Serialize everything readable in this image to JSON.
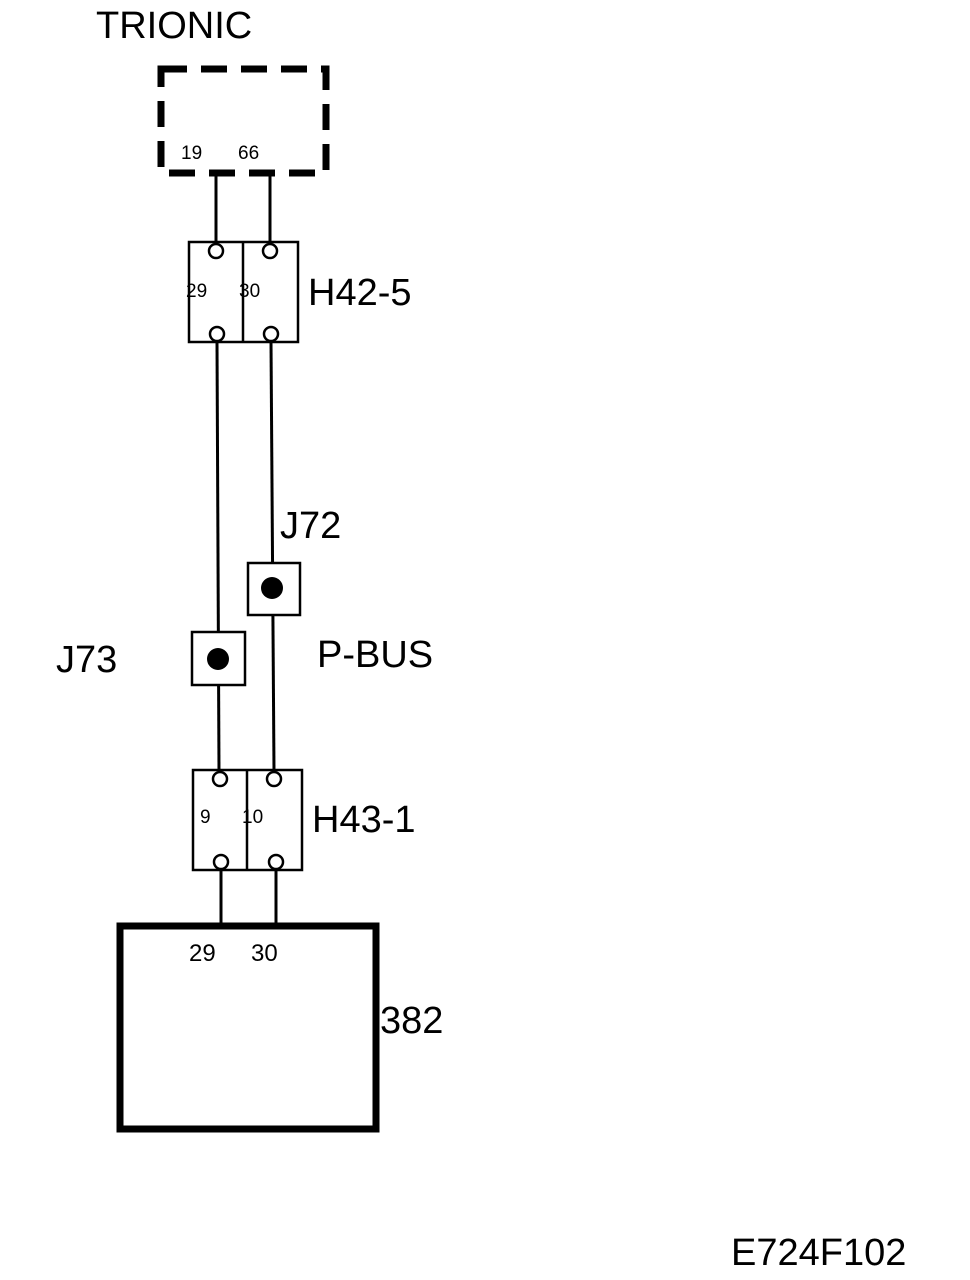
{
  "diagram": {
    "trionic": {
      "label": "TRIONIC",
      "pin_a": "19",
      "pin_b": "66"
    },
    "h42": {
      "label": "H42-5",
      "pin_a": "29",
      "pin_b": "30"
    },
    "j72": {
      "label": "J72"
    },
    "j73": {
      "label": "J73"
    },
    "bus": {
      "label": "P-BUS"
    },
    "h43": {
      "label": "H43-1",
      "pin_a": "9",
      "pin_b": "10"
    },
    "module": {
      "label": "382",
      "pin_a": "29",
      "pin_b": "30"
    },
    "figure_id": "E724F102"
  }
}
